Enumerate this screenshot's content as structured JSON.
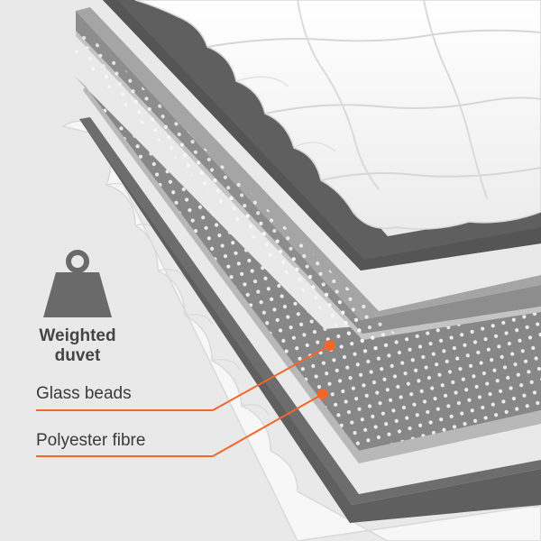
{
  "diagram": {
    "title_line1": "Weighted",
    "title_line2": "duvet",
    "labels": {
      "glass_beads": "Glass beads",
      "polyester_fibre": "Polyester fibre"
    },
    "icon": "weight-icon",
    "colors": {
      "background": "#e9e9e9",
      "dark_layer": "#5f5f5f",
      "mid_layer": "#7f7f7f",
      "light_layer": "#a7a7a7",
      "quilt": "#ffffff",
      "accent": "#f0682b"
    }
  }
}
